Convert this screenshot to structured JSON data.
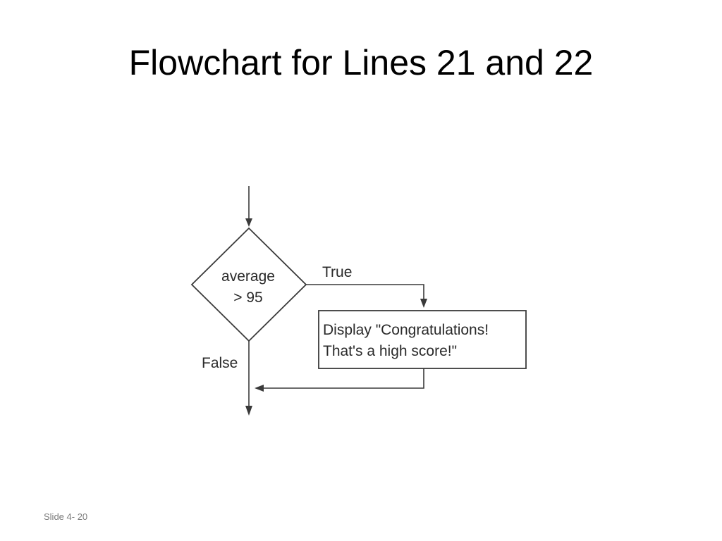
{
  "slide": {
    "title": "Flowchart for Lines 21 and 22",
    "number_label": "Slide 4- 20"
  },
  "flowchart": {
    "decision": {
      "line1": "average",
      "line2": "> 95"
    },
    "true_label": "True",
    "false_label": "False",
    "process": {
      "line1": "Display \"Congratulations!",
      "line2": "That's a high score!\""
    }
  },
  "colors": {
    "background": "#ffffff",
    "text": "#000000",
    "diagram_stroke": "#3a3a3a",
    "footer_text": "#7a7a7a"
  }
}
